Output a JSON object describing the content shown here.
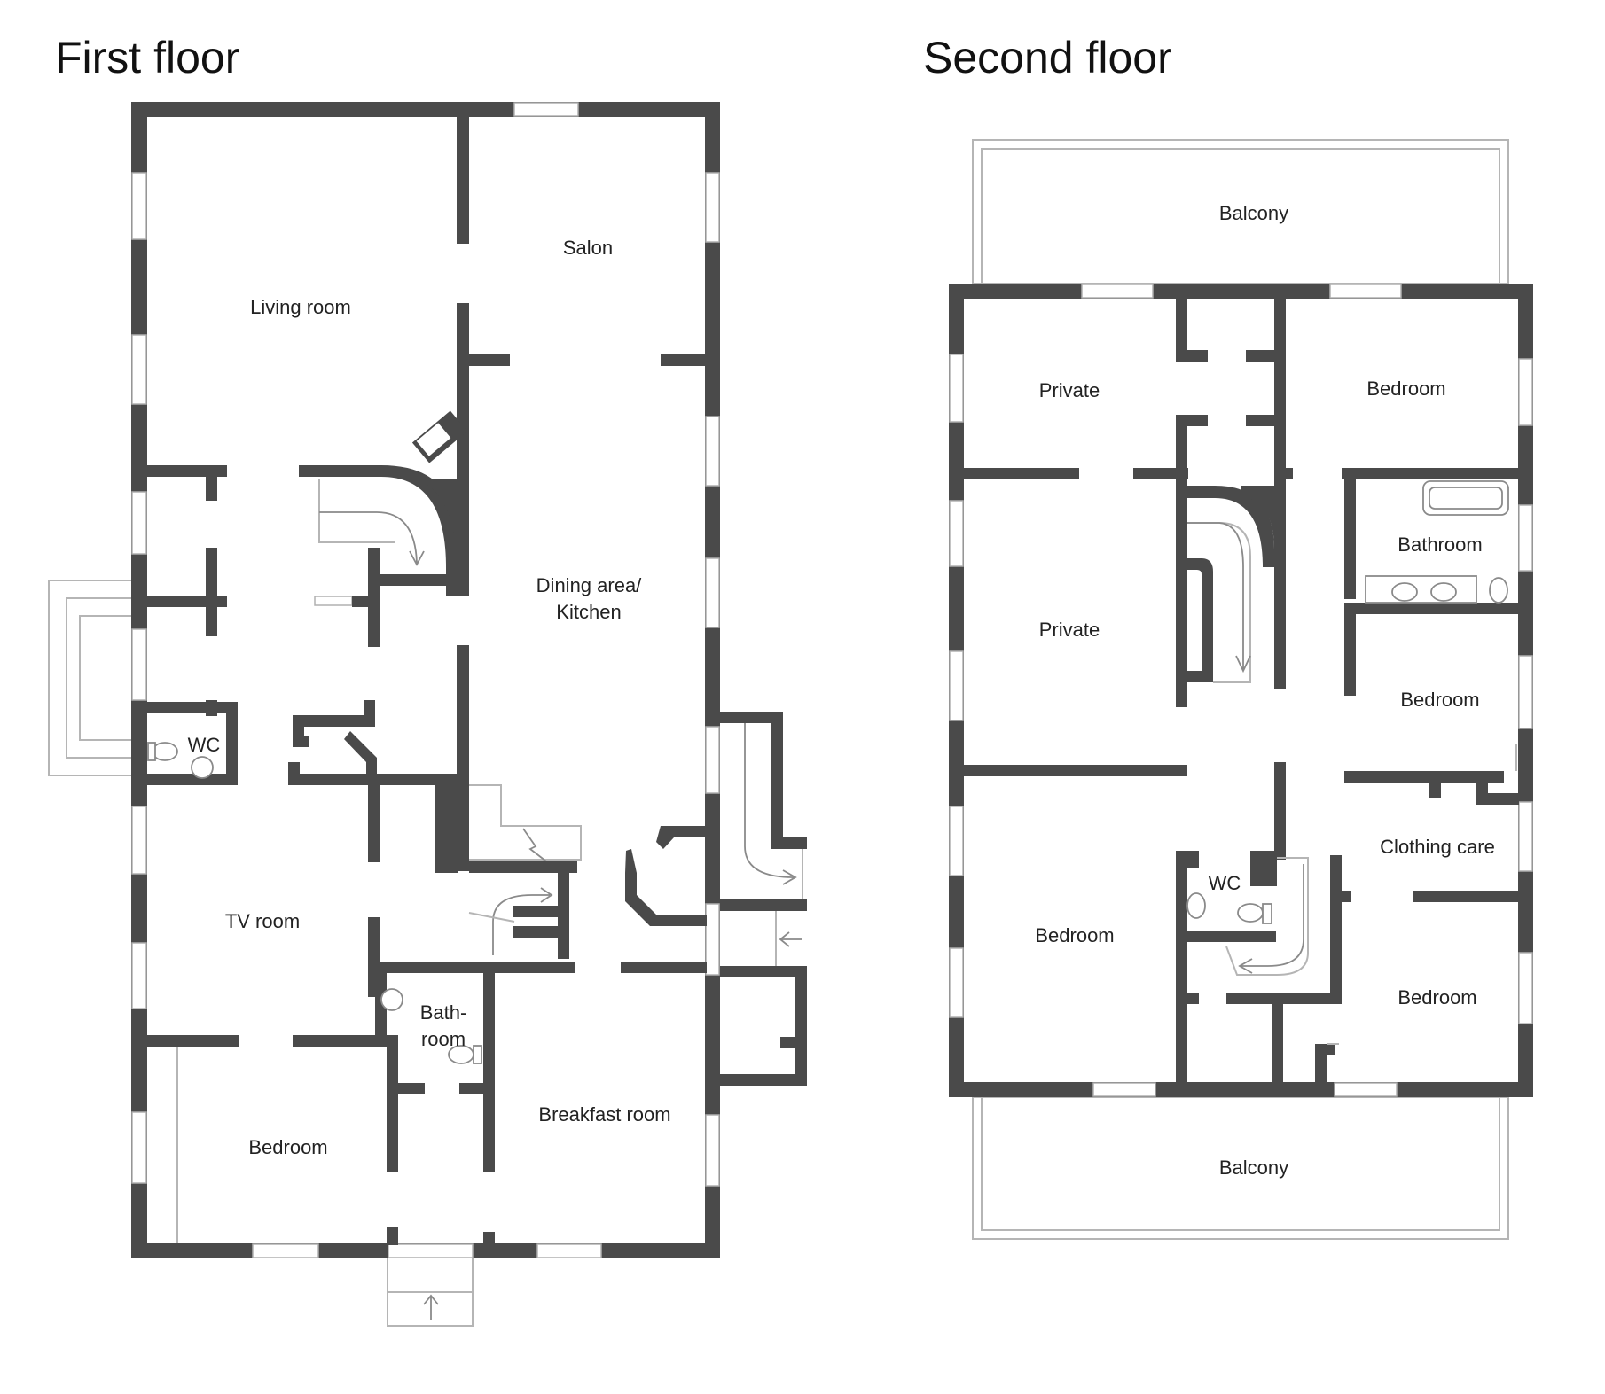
{
  "floors": [
    {
      "title": "First floor",
      "rooms": [
        {
          "id": "living-room",
          "label": [
            "Living room"
          ]
        },
        {
          "id": "salon",
          "label": [
            "Salon"
          ]
        },
        {
          "id": "dining-kitchen",
          "label": [
            "Dining area/",
            "Kitchen"
          ]
        },
        {
          "id": "wc",
          "label": [
            "WC"
          ]
        },
        {
          "id": "tv-room",
          "label": [
            "TV room"
          ]
        },
        {
          "id": "bathroom",
          "label": [
            "Bath-",
            "room"
          ]
        },
        {
          "id": "breakfast-room",
          "label": [
            "Breakfast room"
          ]
        },
        {
          "id": "bedroom",
          "label": [
            "Bedroom"
          ]
        }
      ]
    },
    {
      "title": "Second floor",
      "rooms": [
        {
          "id": "balcony-top",
          "label": [
            "Balcony"
          ]
        },
        {
          "id": "private-top",
          "label": [
            "Private"
          ]
        },
        {
          "id": "bedroom-ne",
          "label": [
            "Bedroom"
          ]
        },
        {
          "id": "bathroom",
          "label": [
            "Bathroom"
          ]
        },
        {
          "id": "private-mid",
          "label": [
            "Private"
          ]
        },
        {
          "id": "bedroom-e",
          "label": [
            "Bedroom"
          ]
        },
        {
          "id": "clothing-care",
          "label": [
            "Clothing care"
          ]
        },
        {
          "id": "wc",
          "label": [
            "WC"
          ]
        },
        {
          "id": "bedroom-sw",
          "label": [
            "Bedroom"
          ]
        },
        {
          "id": "bedroom-se",
          "label": [
            "Bedroom"
          ]
        },
        {
          "id": "balcony-bottom",
          "label": [
            "Balcony"
          ]
        }
      ]
    }
  ]
}
